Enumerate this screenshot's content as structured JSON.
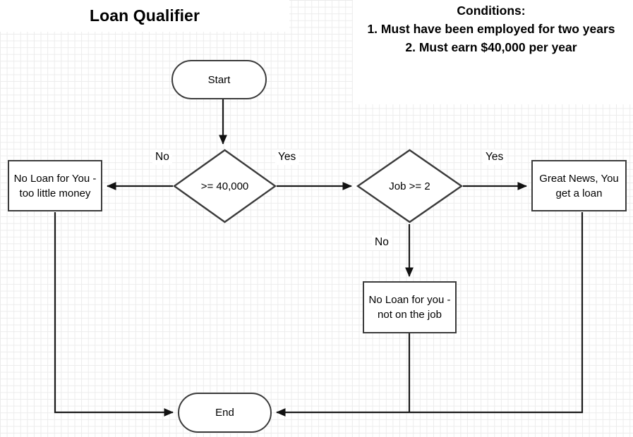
{
  "diagram": {
    "title": "Loan Qualifier",
    "type": "flowchart",
    "conditions": {
      "heading": "Conditions:",
      "items": [
        "1. Must have been employed for two years",
        "2.  Must earn $40,000 per year"
      ]
    },
    "nodes": {
      "start": {
        "label": "Start",
        "shape": "terminator"
      },
      "decision_income": {
        "label": ">= 40,000",
        "shape": "diamond"
      },
      "decision_job": {
        "label": "Job >= 2",
        "shape": "diamond"
      },
      "no_loan_money": {
        "label": "No Loan for You - too little money",
        "shape": "process"
      },
      "no_loan_job": {
        "label": "No Loan for you - not on the job",
        "shape": "process"
      },
      "great_news": {
        "label": "Great News, You get a loan",
        "shape": "process"
      },
      "end": {
        "label": "End",
        "shape": "terminator"
      }
    },
    "edge_labels": {
      "income_no": "No",
      "income_yes": "Yes",
      "job_no": "No",
      "job_yes": "Yes"
    },
    "colors": {
      "stroke": "#3b3b3b",
      "wire": "#1a1a1a",
      "text": "#000000",
      "background": "#ffffff",
      "grid": "#ececec"
    }
  }
}
